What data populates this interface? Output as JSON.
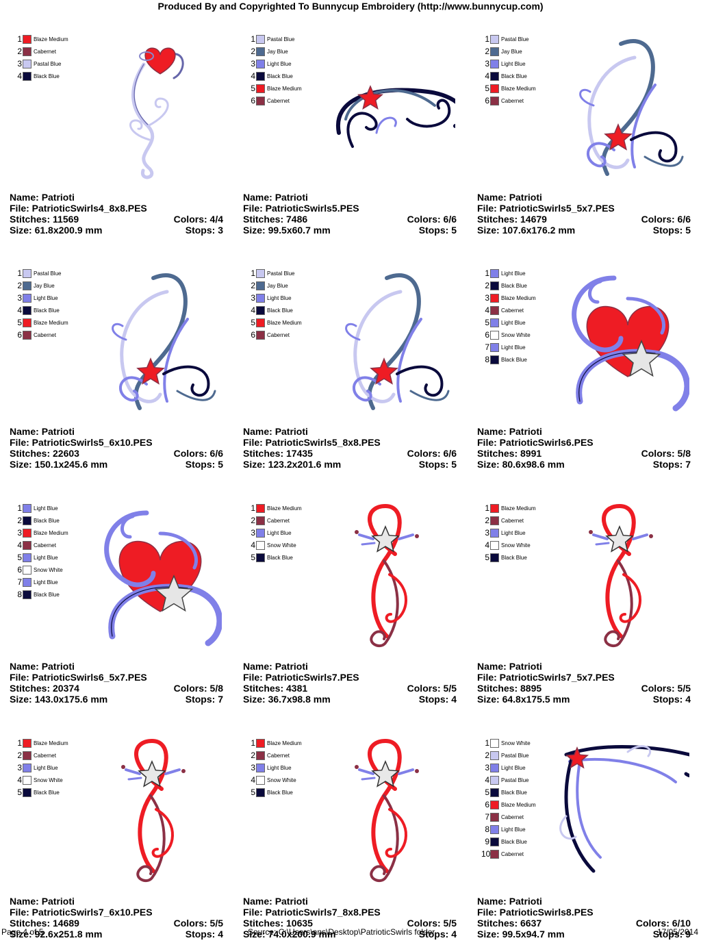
{
  "header": "Produced By and Copyrighted To Bunnycup Embroidery (http://www.bunnycup.com)",
  "labels": {
    "name": "Name:",
    "file": "File:",
    "stitches": "Stitches:",
    "colors": "Colors:",
    "size": "Size:",
    "stops": "Stops:"
  },
  "palette": {
    "Blaze Medium": "#ee1c24",
    "Cabernet": "#8b3045",
    "Pastal Blue": "#c8c8f0",
    "Black Blue": "#0a0a3c",
    "Jay Blue": "#4e6a90",
    "Light Blue": "#8080e8",
    "Snow White": "#ffffff"
  },
  "designs": [
    {
      "name": "Patrioti",
      "file": "PatrioticSwirls4_8x8.PES",
      "stitches": "11569",
      "colors": "4/4",
      "size": "61.8x200.9 mm",
      "stops": "3",
      "art": "heart-vine",
      "thread_colors": [
        "Blaze Medium",
        "Cabernet",
        "Pastal Blue",
        "Black Blue"
      ]
    },
    {
      "name": "Patrioti",
      "file": "PatrioticSwirls5.PES",
      "stitches": "7486",
      "colors": "6/6",
      "size": "99.5x60.7 mm",
      "stops": "5",
      "art": "star-horizontal",
      "thread_colors": [
        "Pastal Blue",
        "Jay Blue",
        "Light Blue",
        "Black Blue",
        "Blaze Medium",
        "Cabernet"
      ]
    },
    {
      "name": "Patrioti",
      "file": "PatrioticSwirls5_5x7.PES",
      "stitches": "14679",
      "colors": "6/6",
      "size": "107.6x176.2 mm",
      "stops": "5",
      "art": "star-vertical",
      "thread_colors": [
        "Pastal Blue",
        "Jay Blue",
        "Light Blue",
        "Black Blue",
        "Blaze Medium",
        "Cabernet"
      ]
    },
    {
      "name": "Patrioti",
      "file": "PatrioticSwirls5_6x10.PES",
      "stitches": "22603",
      "colors": "6/6",
      "size": "150.1x245.6 mm",
      "stops": "5",
      "art": "star-vertical",
      "thread_colors": [
        "Pastal Blue",
        "Jay Blue",
        "Light Blue",
        "Black Blue",
        "Blaze Medium",
        "Cabernet"
      ]
    },
    {
      "name": "Patrioti",
      "file": "PatrioticSwirls5_8x8.PES",
      "stitches": "17435",
      "colors": "6/6",
      "size": "123.2x201.6 mm",
      "stops": "5",
      "art": "star-vertical",
      "thread_colors": [
        "Pastal Blue",
        "Jay Blue",
        "Light Blue",
        "Black Blue",
        "Blaze Medium",
        "Cabernet"
      ]
    },
    {
      "name": "Patrioti",
      "file": "PatrioticSwirls6.PES",
      "stitches": "8991",
      "colors": "5/8",
      "size": "80.6x98.6 mm",
      "stops": "7",
      "art": "heart-star",
      "thread_colors": [
        "Light Blue",
        "Black Blue",
        "Blaze Medium",
        "Cabernet",
        "Light Blue",
        "Snow White",
        "Light Blue",
        "Black Blue"
      ]
    },
    {
      "name": "Patrioti",
      "file": "PatrioticSwirls6_5x7.PES",
      "stitches": "20374",
      "colors": "5/8",
      "size": "143.0x175.6 mm",
      "stops": "7",
      "art": "heart-star",
      "thread_colors": [
        "Light Blue",
        "Black Blue",
        "Blaze Medium",
        "Cabernet",
        "Light Blue",
        "Snow White",
        "Light Blue",
        "Black Blue"
      ]
    },
    {
      "name": "Patrioti",
      "file": "PatrioticSwirls7.PES",
      "stitches": "4381",
      "colors": "5/5",
      "size": "36.7x98.8 mm",
      "stops": "4",
      "art": "ribbon-star",
      "thread_colors": [
        "Blaze Medium",
        "Cabernet",
        "Light Blue",
        "Snow White",
        "Black Blue"
      ]
    },
    {
      "name": "Patrioti",
      "file": "PatrioticSwirls7_5x7.PES",
      "stitches": "8895",
      "colors": "5/5",
      "size": "64.8x175.5 mm",
      "stops": "4",
      "art": "ribbon-star",
      "thread_colors": [
        "Blaze Medium",
        "Cabernet",
        "Light Blue",
        "Snow White",
        "Black Blue"
      ]
    },
    {
      "name": "Patrioti",
      "file": "PatrioticSwirls7_6x10.PES",
      "stitches": "14689",
      "colors": "5/5",
      "size": "92.6x251.8 mm",
      "stops": "4",
      "art": "ribbon-star",
      "thread_colors": [
        "Blaze Medium",
        "Cabernet",
        "Light Blue",
        "Snow White",
        "Black Blue"
      ]
    },
    {
      "name": "Patrioti",
      "file": "PatrioticSwirls7_8x8.PES",
      "stitches": "10635",
      "colors": "5/5",
      "size": "74.0x200.9 mm",
      "stops": "4",
      "art": "ribbon-star",
      "thread_colors": [
        "Blaze Medium",
        "Cabernet",
        "Light Blue",
        "Snow White",
        "Black Blue"
      ]
    },
    {
      "name": "Patrioti",
      "file": "PatrioticSwirls8.PES",
      "stitches": "6637",
      "colors": "6/10",
      "size": "99.5x94.7 mm",
      "stops": "9",
      "art": "corner",
      "thread_colors": [
        "Snow White",
        "Pastal Blue",
        "Light Blue",
        "Pastal Blue",
        "Black Blue",
        "Blaze Medium",
        "Cabernet",
        "Light Blue",
        "Black Blue",
        "Cabernet"
      ]
    }
  ],
  "footer": {
    "page": "Page 4 of 5",
    "source": "Source: C:\\Users\\ans\\Desktop\\PatrioticSwirls folder",
    "date": "17/05/2014"
  }
}
